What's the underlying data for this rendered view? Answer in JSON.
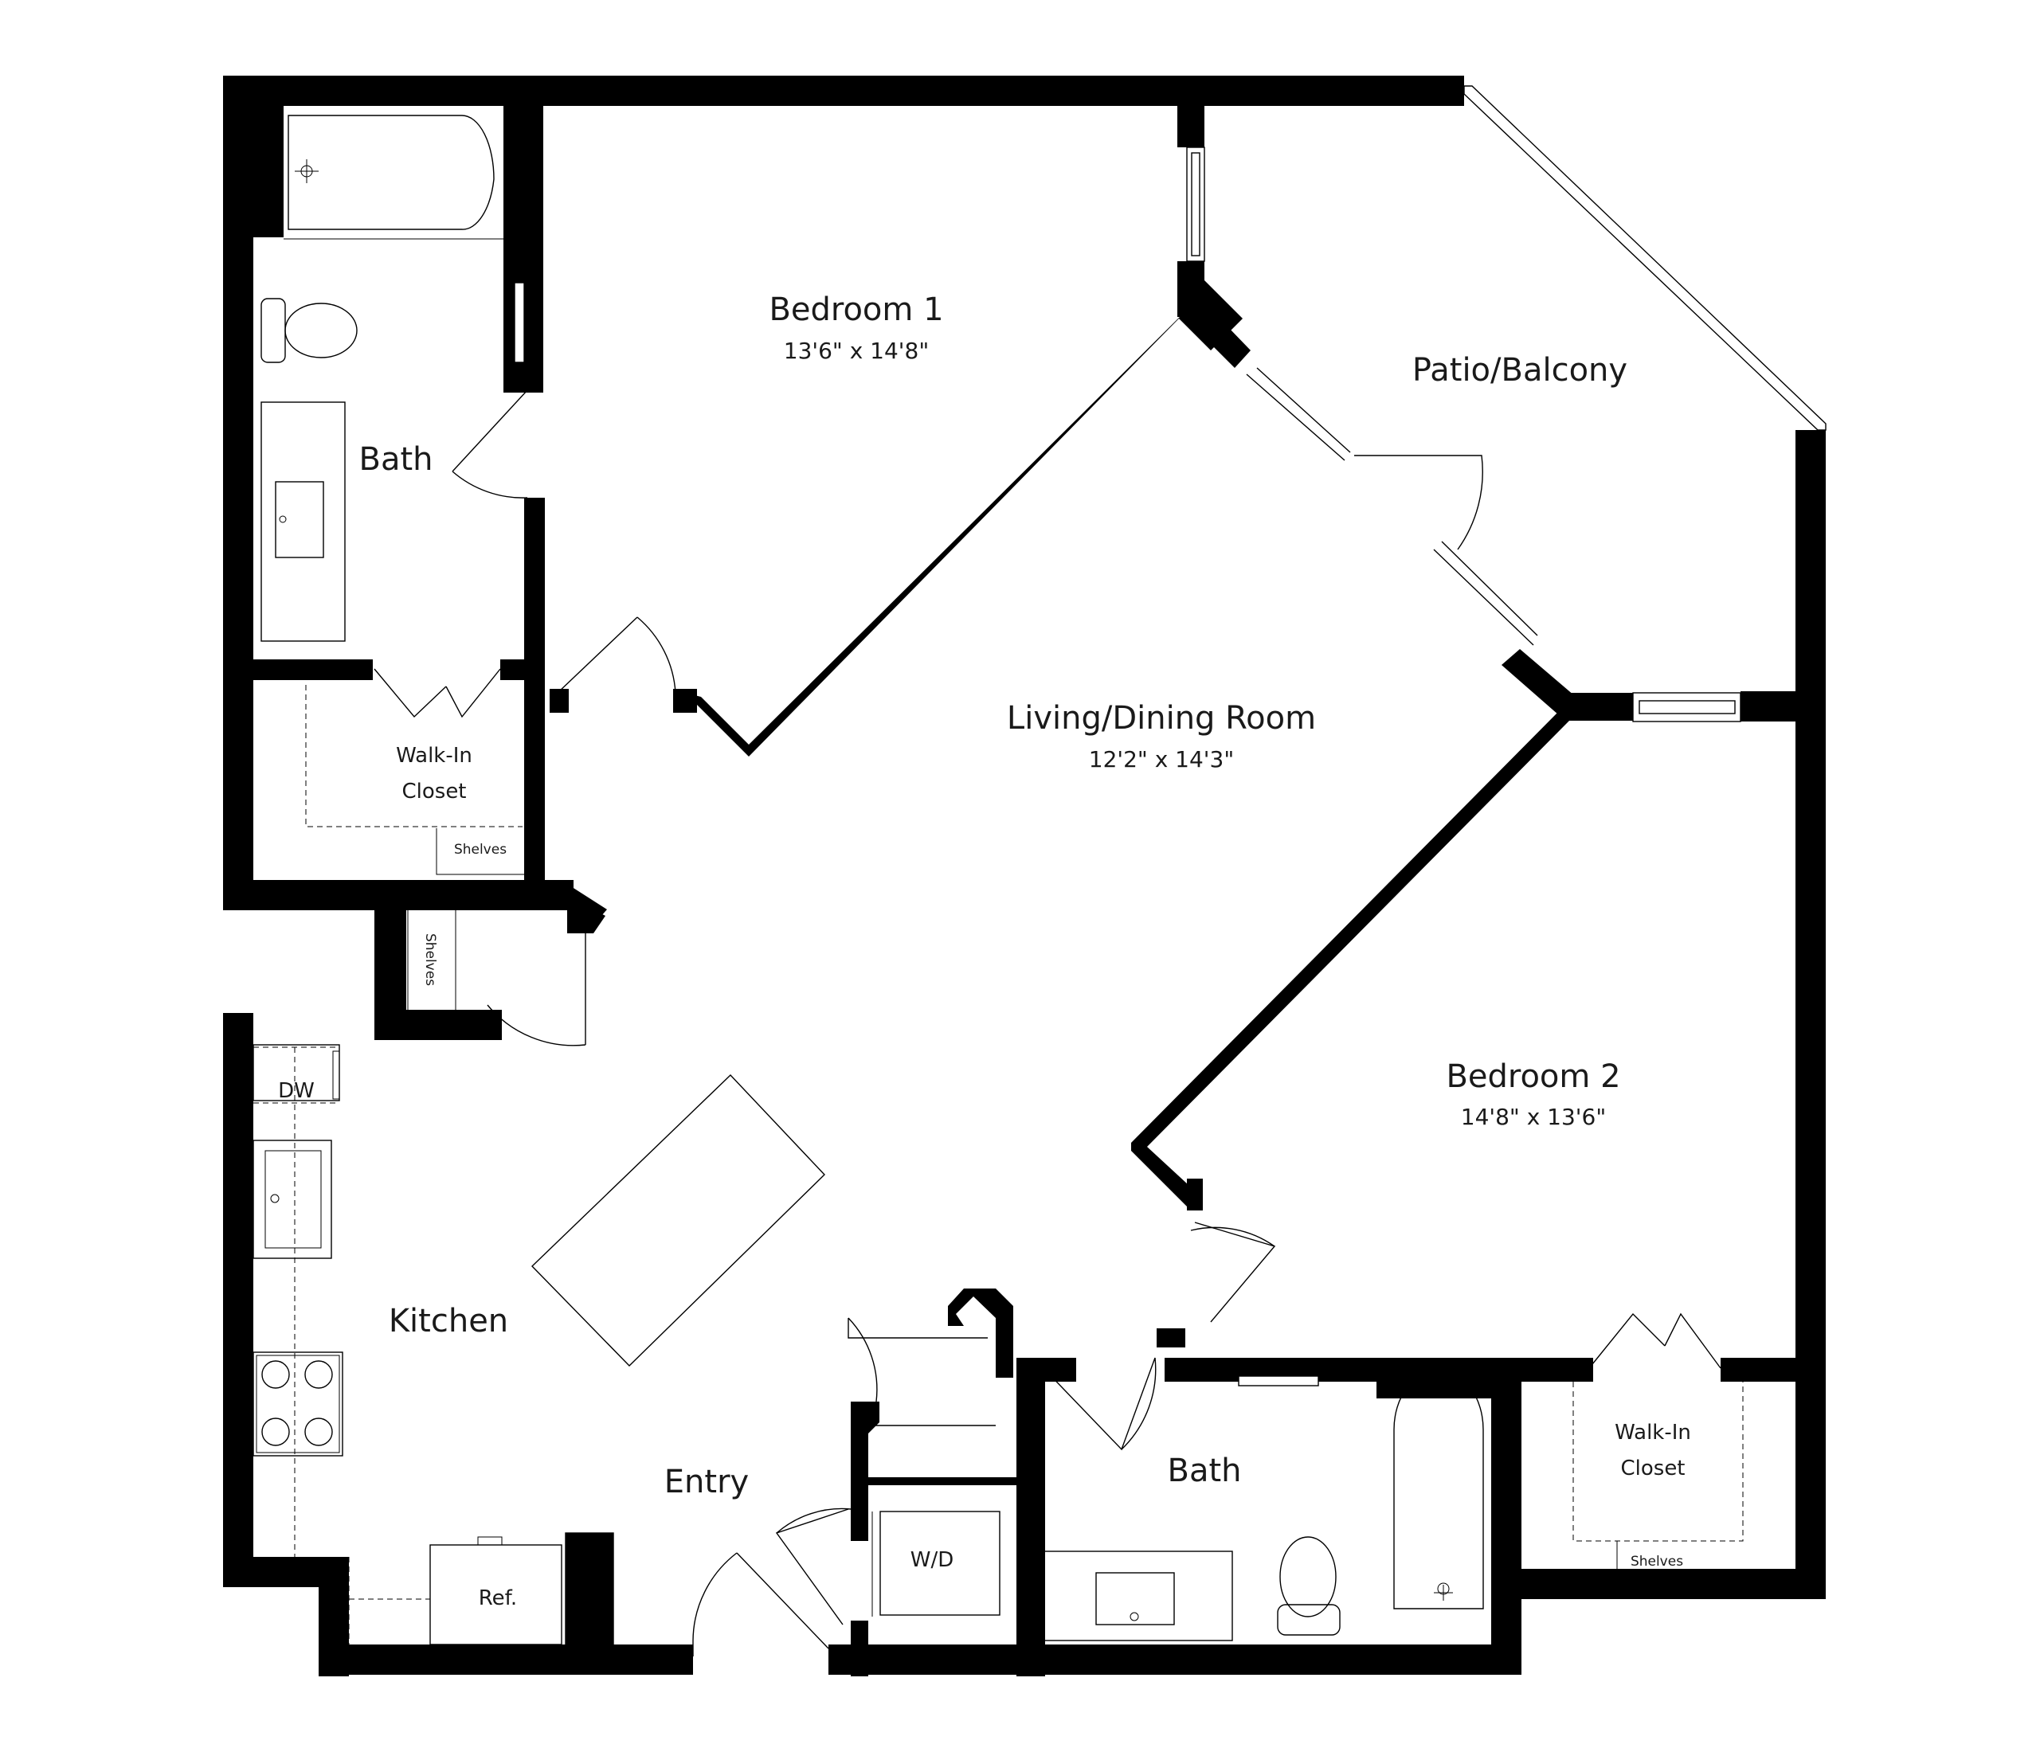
{
  "rooms": {
    "bedroom1": {
      "label": "Bedroom 1",
      "dims": "13'6\" x 14'8\""
    },
    "bedroom2": {
      "label": "Bedroom 2",
      "dims": "14'8\" x 13'6\""
    },
    "living": {
      "label": "Living/Dining Room",
      "dims": "12'2\" x 14'3\""
    },
    "patio": {
      "label": "Patio/Balcony"
    },
    "bath1": {
      "label": "Bath"
    },
    "bath2": {
      "label": "Bath"
    },
    "closet1": {
      "line1": "Walk-In",
      "line2": "Closet",
      "shelves": "Shelves"
    },
    "closet2": {
      "line1": "Walk-In",
      "line2": "Closet",
      "shelves": "Shelves"
    },
    "kitchen": {
      "label": "Kitchen"
    },
    "entry": {
      "label": "Entry"
    },
    "hall_closet": {
      "shelves": "Shelves"
    }
  },
  "appliances": {
    "dishwasher": "DW",
    "refrigerator": "Ref.",
    "washer_dryer": "W/D"
  }
}
